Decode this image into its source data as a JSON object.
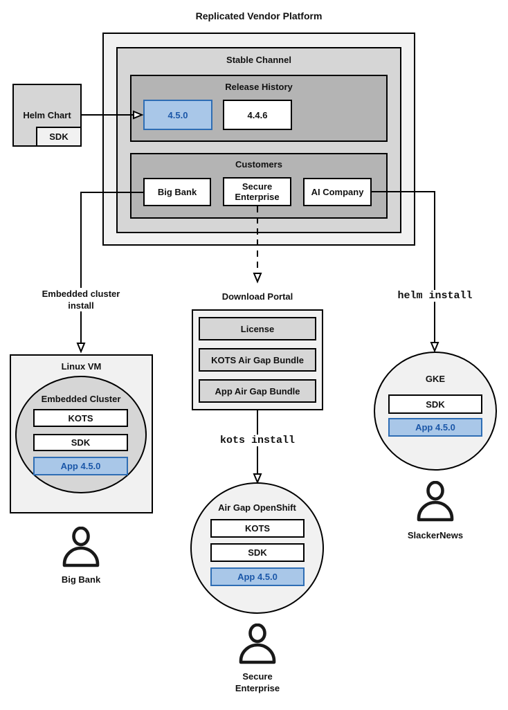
{
  "title": "Replicated Vendor Platform",
  "colors": {
    "blue_fill": "#a9c7e8",
    "blue_border": "#2e6db4",
    "blue_text": "#1b57a8",
    "gray_light": "#f1f1f1",
    "gray_mid": "#d6d6d6",
    "gray_dark": "#b4b4b4"
  },
  "platform": {
    "stable_channel": {
      "label": "Stable Channel",
      "release_history": {
        "label": "Release History",
        "releases": [
          "4.5.0",
          "4.4.6"
        ]
      },
      "customers": {
        "label": "Customers",
        "items": [
          "Big Bank",
          "Secure Enterprise",
          "AI Company"
        ]
      }
    }
  },
  "helm_chart": {
    "label": "Helm Chart",
    "sdk": "SDK"
  },
  "connectors": {
    "embedded_install": "Embedded cluster install",
    "helm_install": "helm install",
    "kots_install": "kots install"
  },
  "download_portal": {
    "label": "Download Portal",
    "items": [
      "License",
      "KOTS Air Gap Bundle",
      "App Air Gap Bundle"
    ]
  },
  "linux_vm": {
    "label": "Linux VM",
    "embedded_cluster": {
      "label": "Embedded Cluster",
      "components": [
        "KOTS",
        "SDK",
        "App 4.5.0"
      ]
    }
  },
  "air_gap_openshift": {
    "label": "Air Gap OpenShift",
    "components": [
      "KOTS",
      "SDK",
      "App 4.5.0"
    ]
  },
  "gke": {
    "label": "GKE",
    "components": [
      "SDK",
      "App 4.5.0"
    ]
  },
  "users": {
    "big_bank": "Big Bank",
    "secure_enterprise": "Secure Enterprise",
    "slackernews": "SlackerNews"
  }
}
